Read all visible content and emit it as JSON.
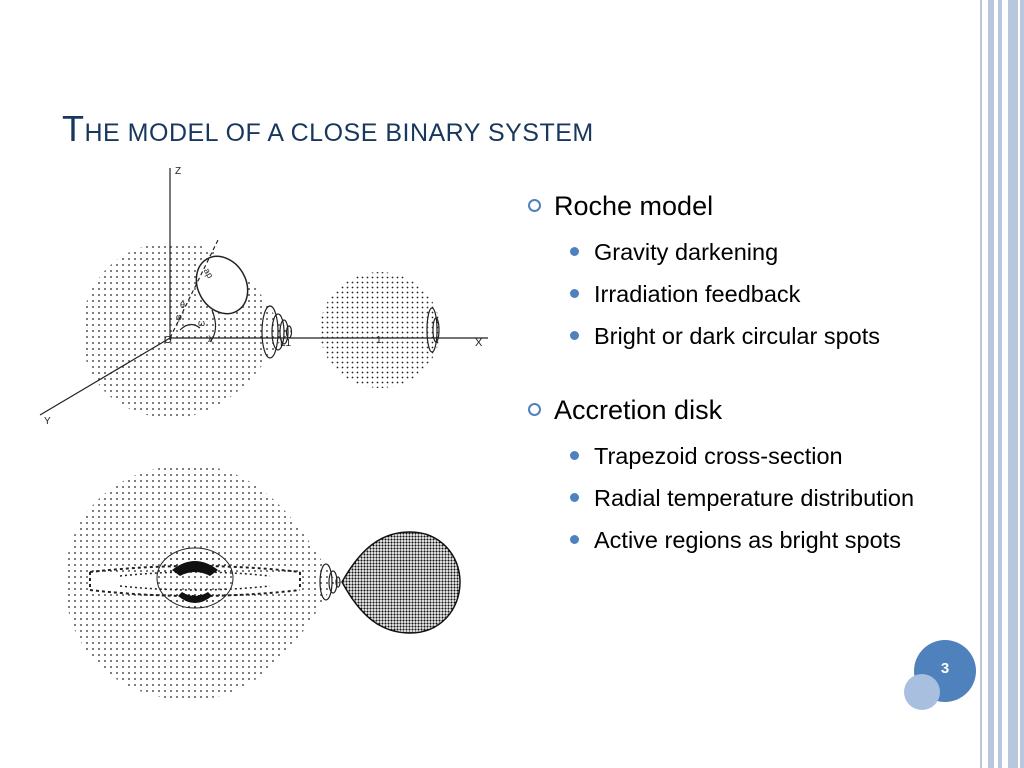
{
  "slide": {
    "title_first_letter": "T",
    "title_rest": "he model of a close binary system",
    "slide_number": "3"
  },
  "bullets": [
    {
      "text": "Roche model",
      "subitems": [
        "Gravity darkening",
        "Irradiation feedback",
        "Bright or dark circular spots"
      ]
    },
    {
      "text": "Accretion disk",
      "subitems": [
        "Trapezoid cross-section",
        "Radial temperature distribution",
        "Active regions as bright spots"
      ]
    }
  ],
  "figure_top": {
    "axis_z": "Z",
    "axis_x": "X",
    "axis_y": "Y",
    "origin": "O",
    "lagrange": "L1",
    "companion_mark": "1",
    "angle_labels": [
      "ap",
      "θ",
      "φ",
      "ω",
      "λ"
    ]
  },
  "colors": {
    "accent": "#4f81bd",
    "title": "#17375e",
    "frame": "#b9c7de"
  }
}
